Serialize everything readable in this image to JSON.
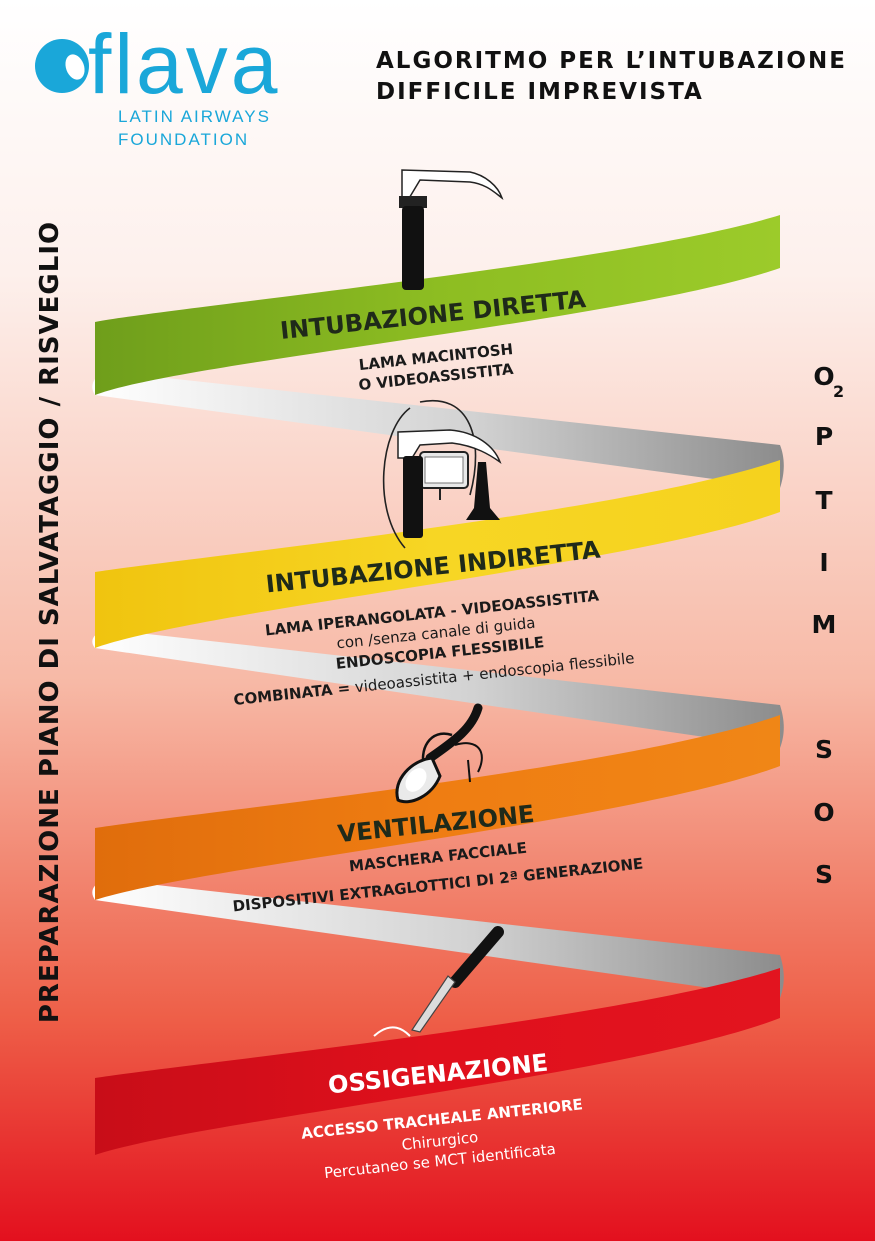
{
  "header": {
    "logo_word": "flava",
    "logo_sub_line1": "LATIN AIRWAYS",
    "logo_sub_line2": "FOUNDATION",
    "title_line1": "ALGORITMO PER L’INTUBAZIONE",
    "title_line2": "DIFFICILE IMPREVISTA"
  },
  "sidebar": {
    "text": "PREPARAZIONE PIANO DI SALVATAGGIO / RISVEGLIO"
  },
  "optimsos": {
    "o": "O",
    "sub2": "2",
    "letters": [
      "P",
      "T",
      "I",
      "M"
    ],
    "sos": [
      "S",
      "O",
      "S"
    ]
  },
  "stages": [
    {
      "title": "INTUBAZIONE DIRETTA",
      "lines": [
        "LAMA MACINTOSH",
        "O VIDEOASSISTITA"
      ]
    },
    {
      "title": "INTUBAZIONE INDIRETTA",
      "line1": "LAMA IPERANGOLATA - VIDEOASSISTITA",
      "line2": "con /senza canale di guida",
      "line3": "ENDOSCOPIA FLESSIBILE",
      "line4_bold": "COMBINATA =",
      "line4_rest": " videoassistita + endoscopia flessibile"
    },
    {
      "title": "VENTILAZIONE",
      "lines": [
        "MASCHERA FACCIALE",
        "DISPOSITIVI EXTRAGLOTTICI DI 2ª GENERAZIONE"
      ]
    },
    {
      "title": "OSSIGENAZIONE",
      "lines": [
        "ACCESSO TRACHEALE ANTERIORE",
        "Chirurgico",
        "Percutaneo se MCT identificata"
      ]
    }
  ],
  "colors": {
    "green": "#8dbd22",
    "yellow": "#f5d21e",
    "orange": "#ef7d12",
    "red": "#e0101c",
    "logo_blue": "#1aa7d9",
    "title_dark": "#1f2a1a"
  },
  "icons": [
    "laryngoscope-icon",
    "videolaryngoscope-icon",
    "laryngeal-mask-icon",
    "scalpel-icon"
  ]
}
